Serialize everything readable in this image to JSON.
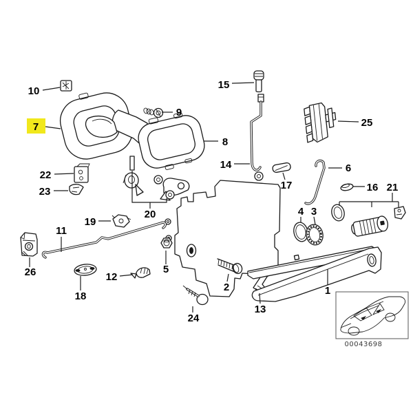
{
  "diagram": {
    "highlighted_part": "7",
    "highlight_color": "#f1e81c",
    "image_code": "00043698",
    "labels": {
      "p1": "1",
      "p2": "2",
      "p3": "3",
      "p4": "4",
      "p5": "5",
      "p6": "6",
      "p7": "7",
      "p8": "8",
      "p9": "9",
      "p10": "10",
      "p11": "11",
      "p12": "12",
      "p13": "13",
      "p14": "14",
      "p15": "15",
      "p16": "16",
      "p17": "17",
      "p18": "18",
      "p19": "19",
      "p20": "20",
      "p21": "21",
      "p22": "22",
      "p23": "23",
      "p24": "24",
      "p25": "25",
      "p26": "26"
    }
  }
}
